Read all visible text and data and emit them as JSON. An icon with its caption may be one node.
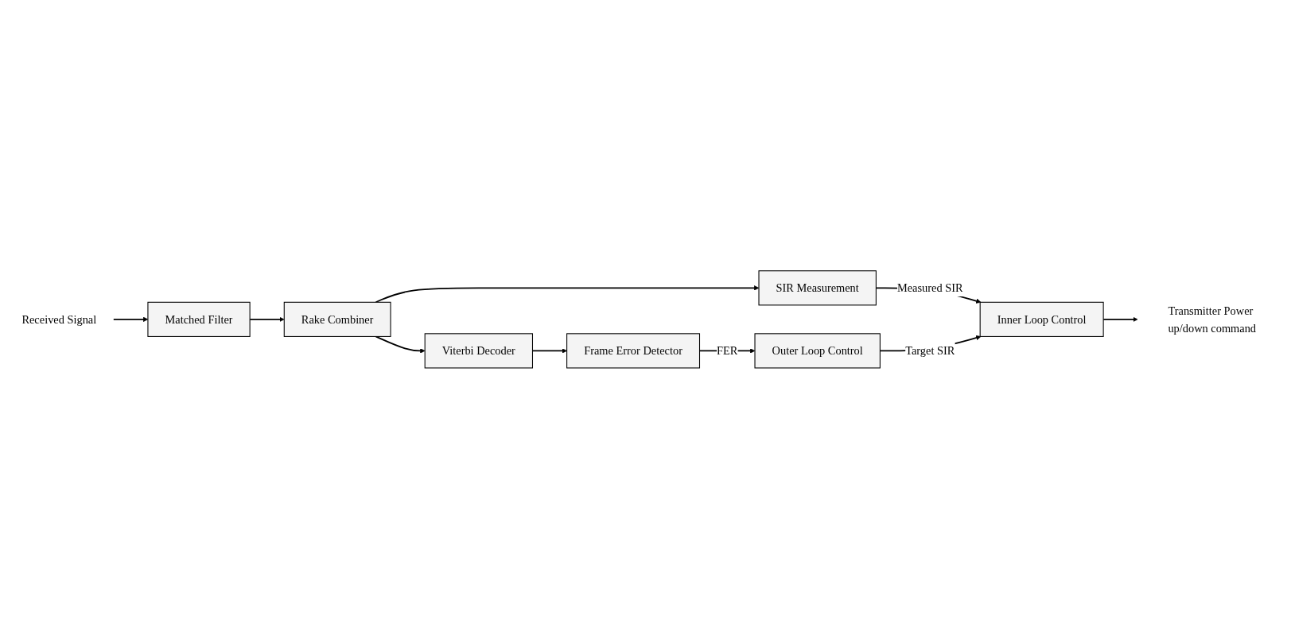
{
  "diagram": {
    "nodes": [
      {
        "text": [
          "Received Signal"
        ]
      },
      {
        "text": [
          "Matched Filter"
        ]
      },
      {
        "text": [
          "Rake Combiner"
        ]
      },
      {
        "text": [
          "Viterbi Decoder"
        ]
      },
      {
        "text": [
          "SIR Measurement"
        ]
      },
      {
        "text": [
          "Frame Error Detector"
        ]
      },
      {
        "text": [
          "Inner Loop Control"
        ]
      },
      {
        "text": [
          "Outer Loop Control"
        ]
      },
      {
        "text": [
          "Transmitter Power up/down command"
        ]
      }
    ],
    "edges": [
      {
        "from": 0,
        "to": 1,
        "arrow": "to"
      },
      {
        "from": 1,
        "to": 2,
        "arrow": "to"
      },
      {
        "from": 2,
        "to": 3,
        "arrow": "to"
      },
      {
        "from": 2,
        "to": 4,
        "arrow": "to"
      },
      {
        "from": 3,
        "to": 5,
        "arrow": "to"
      },
      {
        "from": 4,
        "to": 6,
        "arrow": "to",
        "label": "Measured SIR"
      },
      {
        "from": 5,
        "to": 7,
        "arrow": "to",
        "label": "FER"
      },
      {
        "from": 7,
        "to": 6,
        "arrow": "to",
        "label": "Target SIR"
      },
      {
        "from": 6,
        "to": 8,
        "arrow": "to"
      }
    ]
  }
}
